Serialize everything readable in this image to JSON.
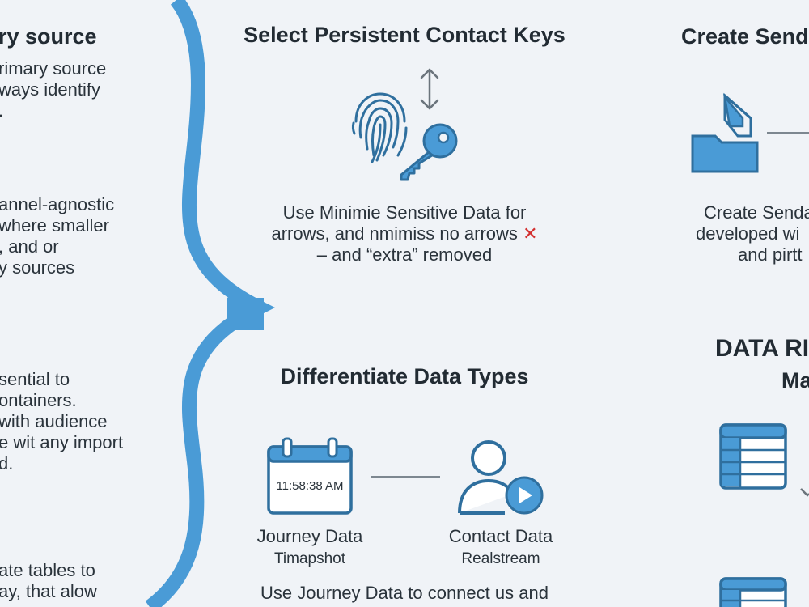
{
  "left_column": {
    "heading": "ry source",
    "block1": [
      "rimary source",
      "ways identify",
      "."
    ],
    "block2": [
      "annel-agnostic",
      "where smaller",
      ", and or",
      "y sources"
    ],
    "block3": [
      "sential to",
      "ontainers.",
      "with audience",
      "e wit any import",
      "d."
    ],
    "block4": [
      "ate tables to",
      "ay, that alow"
    ]
  },
  "center_top": {
    "heading": "Select Persistent Contact Keys",
    "desc_lines": [
      "Use Minimie Sensitive Data for",
      "arrows, and nmimiss no arrows",
      "– and “extra” removed"
    ],
    "x_mark": "✕"
  },
  "center_bottom": {
    "heading": "Differentiate Data Types",
    "calendar_time": "11:58:38 AM",
    "journey_label": "Journey Data",
    "journey_sub": "Timapshot",
    "contact_label": "Contact Data",
    "contact_sub": "Realstream",
    "desc_line": "Use Journey Data to connect us and"
  },
  "right_top": {
    "heading": "Create Senda",
    "desc_lines": [
      "Create Senda",
      "developed wi",
      "and pirtt"
    ]
  },
  "right_bottom": {
    "heading_line1": "DATA RI",
    "heading_line2": "Ma"
  },
  "colors": {
    "accent_blue": "#4a9bd6",
    "icon_blue": "#2f6f9e",
    "light_blue": "#5aaee0",
    "red": "#d32f2f"
  }
}
